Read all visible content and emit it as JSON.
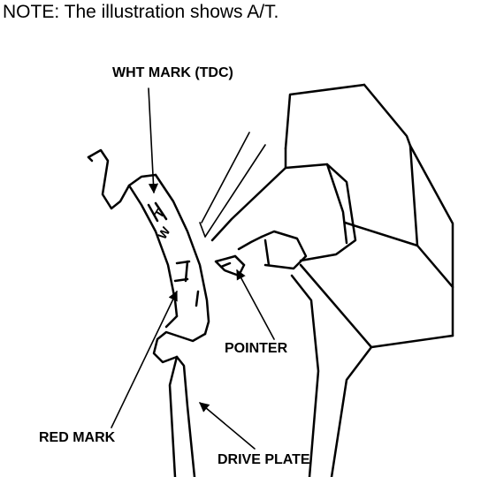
{
  "note": "NOTE:  The illustration shows A/T.",
  "labels": {
    "wht_mark": "WHT MARK (TDC)",
    "pointer": "POINTER",
    "red_mark": "RED MARK",
    "drive_plate": "DRIVE PLATE"
  },
  "plate_markings": {
    "t": "T",
    "w": "W"
  },
  "icons": [
    "arrow-icon"
  ]
}
